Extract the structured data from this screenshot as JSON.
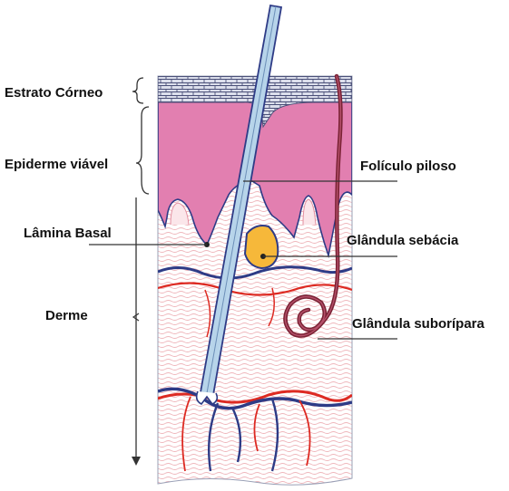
{
  "labels": {
    "estrato_corneo": "Estrato Córneo",
    "epiderme_viavel": "Epiderme viável",
    "lamina_basal": "Lâmina Basal",
    "derme": "Derme",
    "foliculo_piloso": "Folículo piloso",
    "glandula_sebacea": "Glândula sebácia",
    "glandula_suboripara": "Glândula suborípara"
  },
  "colors": {
    "stratum_corneum": "#d9dcea",
    "epidermis": "#e27fb0",
    "dermis_line": "#efb6bb",
    "hair_shaft": "#b7d4ea",
    "sebaceous": "#f6b83a",
    "vein": "#2e3b86",
    "artery": "#dd2a22",
    "sweat_gland": "#7a2335"
  }
}
